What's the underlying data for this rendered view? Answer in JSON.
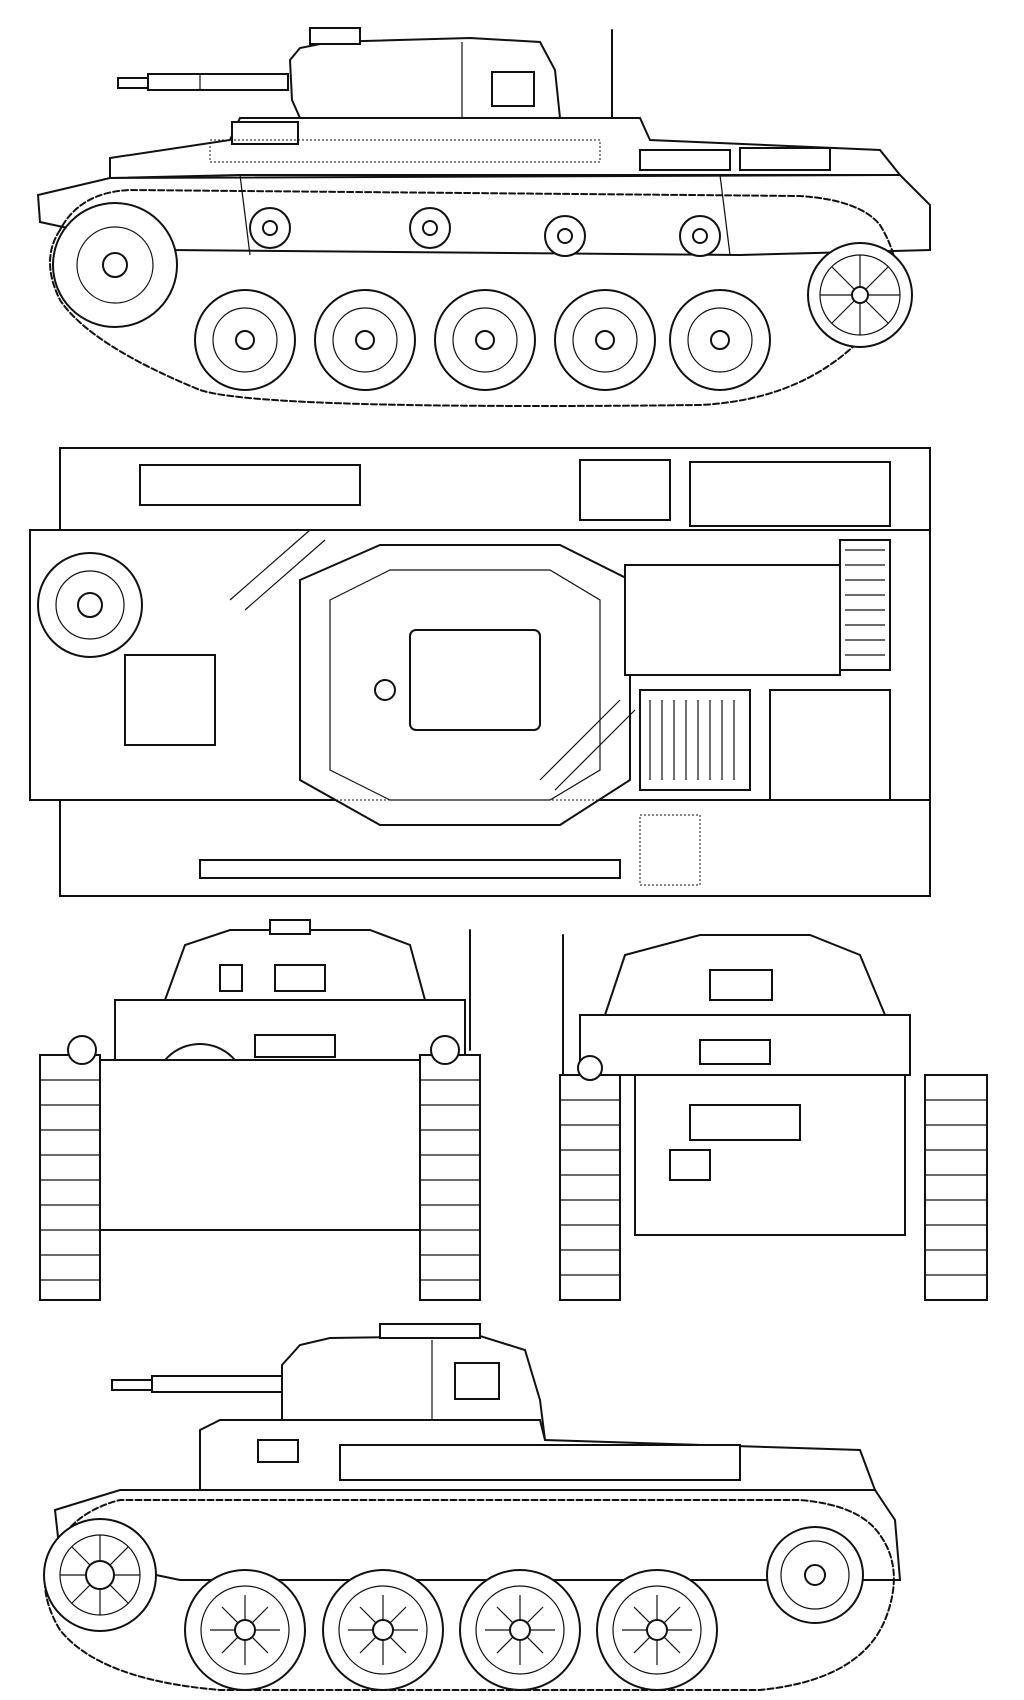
{
  "drawing": {
    "views": [
      {
        "id": "side-view-late"
      },
      {
        "id": "top-view"
      },
      {
        "id": "front-view"
      },
      {
        "id": "rear-view"
      },
      {
        "id": "side-view-early"
      }
    ],
    "colors": {
      "line": "#111111",
      "paper": "#ffffff"
    }
  }
}
